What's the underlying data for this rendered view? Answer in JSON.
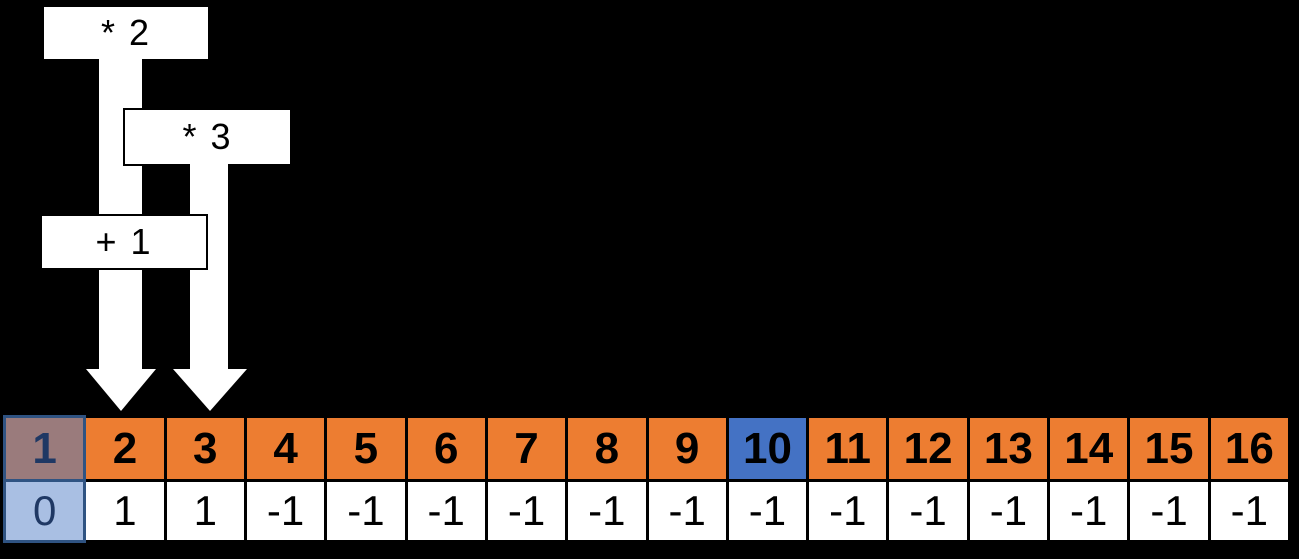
{
  "colors": {
    "background": "#000000",
    "box_fill": "#FFFFFF",
    "box_border": "#000000",
    "arrow_fill": "#FFFFFF",
    "cell_border": "#000000",
    "header_orange": "#ED7D31",
    "header_accent_blue": "#4472C4",
    "start_header_mauve": "#9A7B7C",
    "start_value_lightblue": "#A9BFE3",
    "start_border_blue": "#2F5382",
    "start_text_navy": "#1F3864"
  },
  "operations": [
    {
      "label": "* 2"
    },
    {
      "label": "* 3"
    },
    {
      "label": "+ 1"
    }
  ],
  "table": {
    "header_row": [
      "1",
      "2",
      "3",
      "4",
      "5",
      "6",
      "7",
      "8",
      "9",
      "10",
      "11",
      "12",
      "13",
      "14",
      "15",
      "16"
    ],
    "value_row": [
      "0",
      "1",
      "1",
      "-1",
      "-1",
      "-1",
      "-1",
      "-1",
      "-1",
      "-1",
      "-1",
      "-1",
      "-1",
      "-1",
      "-1",
      "-1"
    ],
    "highlights": {
      "start_column_index": 0,
      "accent_column_index": 9
    }
  }
}
